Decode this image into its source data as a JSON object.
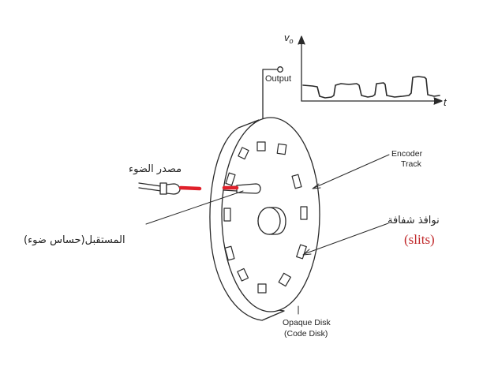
{
  "labels": {
    "vo_axis": "v",
    "vo_sub": "o",
    "t_axis": "t",
    "output": "Output",
    "encoder_track_1": "Encoder",
    "encoder_track_2": "Track",
    "light_source_ar": "مصدر الضوء",
    "receiver_ar": "المستقبل(حساس ضوء)",
    "slits_ar": "نوافذ شفافة",
    "slits_en": "(slits)",
    "opaque_disk_1": "Opaque Disk",
    "opaque_disk_2": "(Code Disk)"
  },
  "colors": {
    "line": "#2a2a2a",
    "light_beam": "#e0202a",
    "slits_text": "#c0282a"
  },
  "icons": {
    "light_source": "lamp-icon",
    "sensor": "photo-sensor-icon",
    "shaft": "shaft-cylinder-icon"
  }
}
